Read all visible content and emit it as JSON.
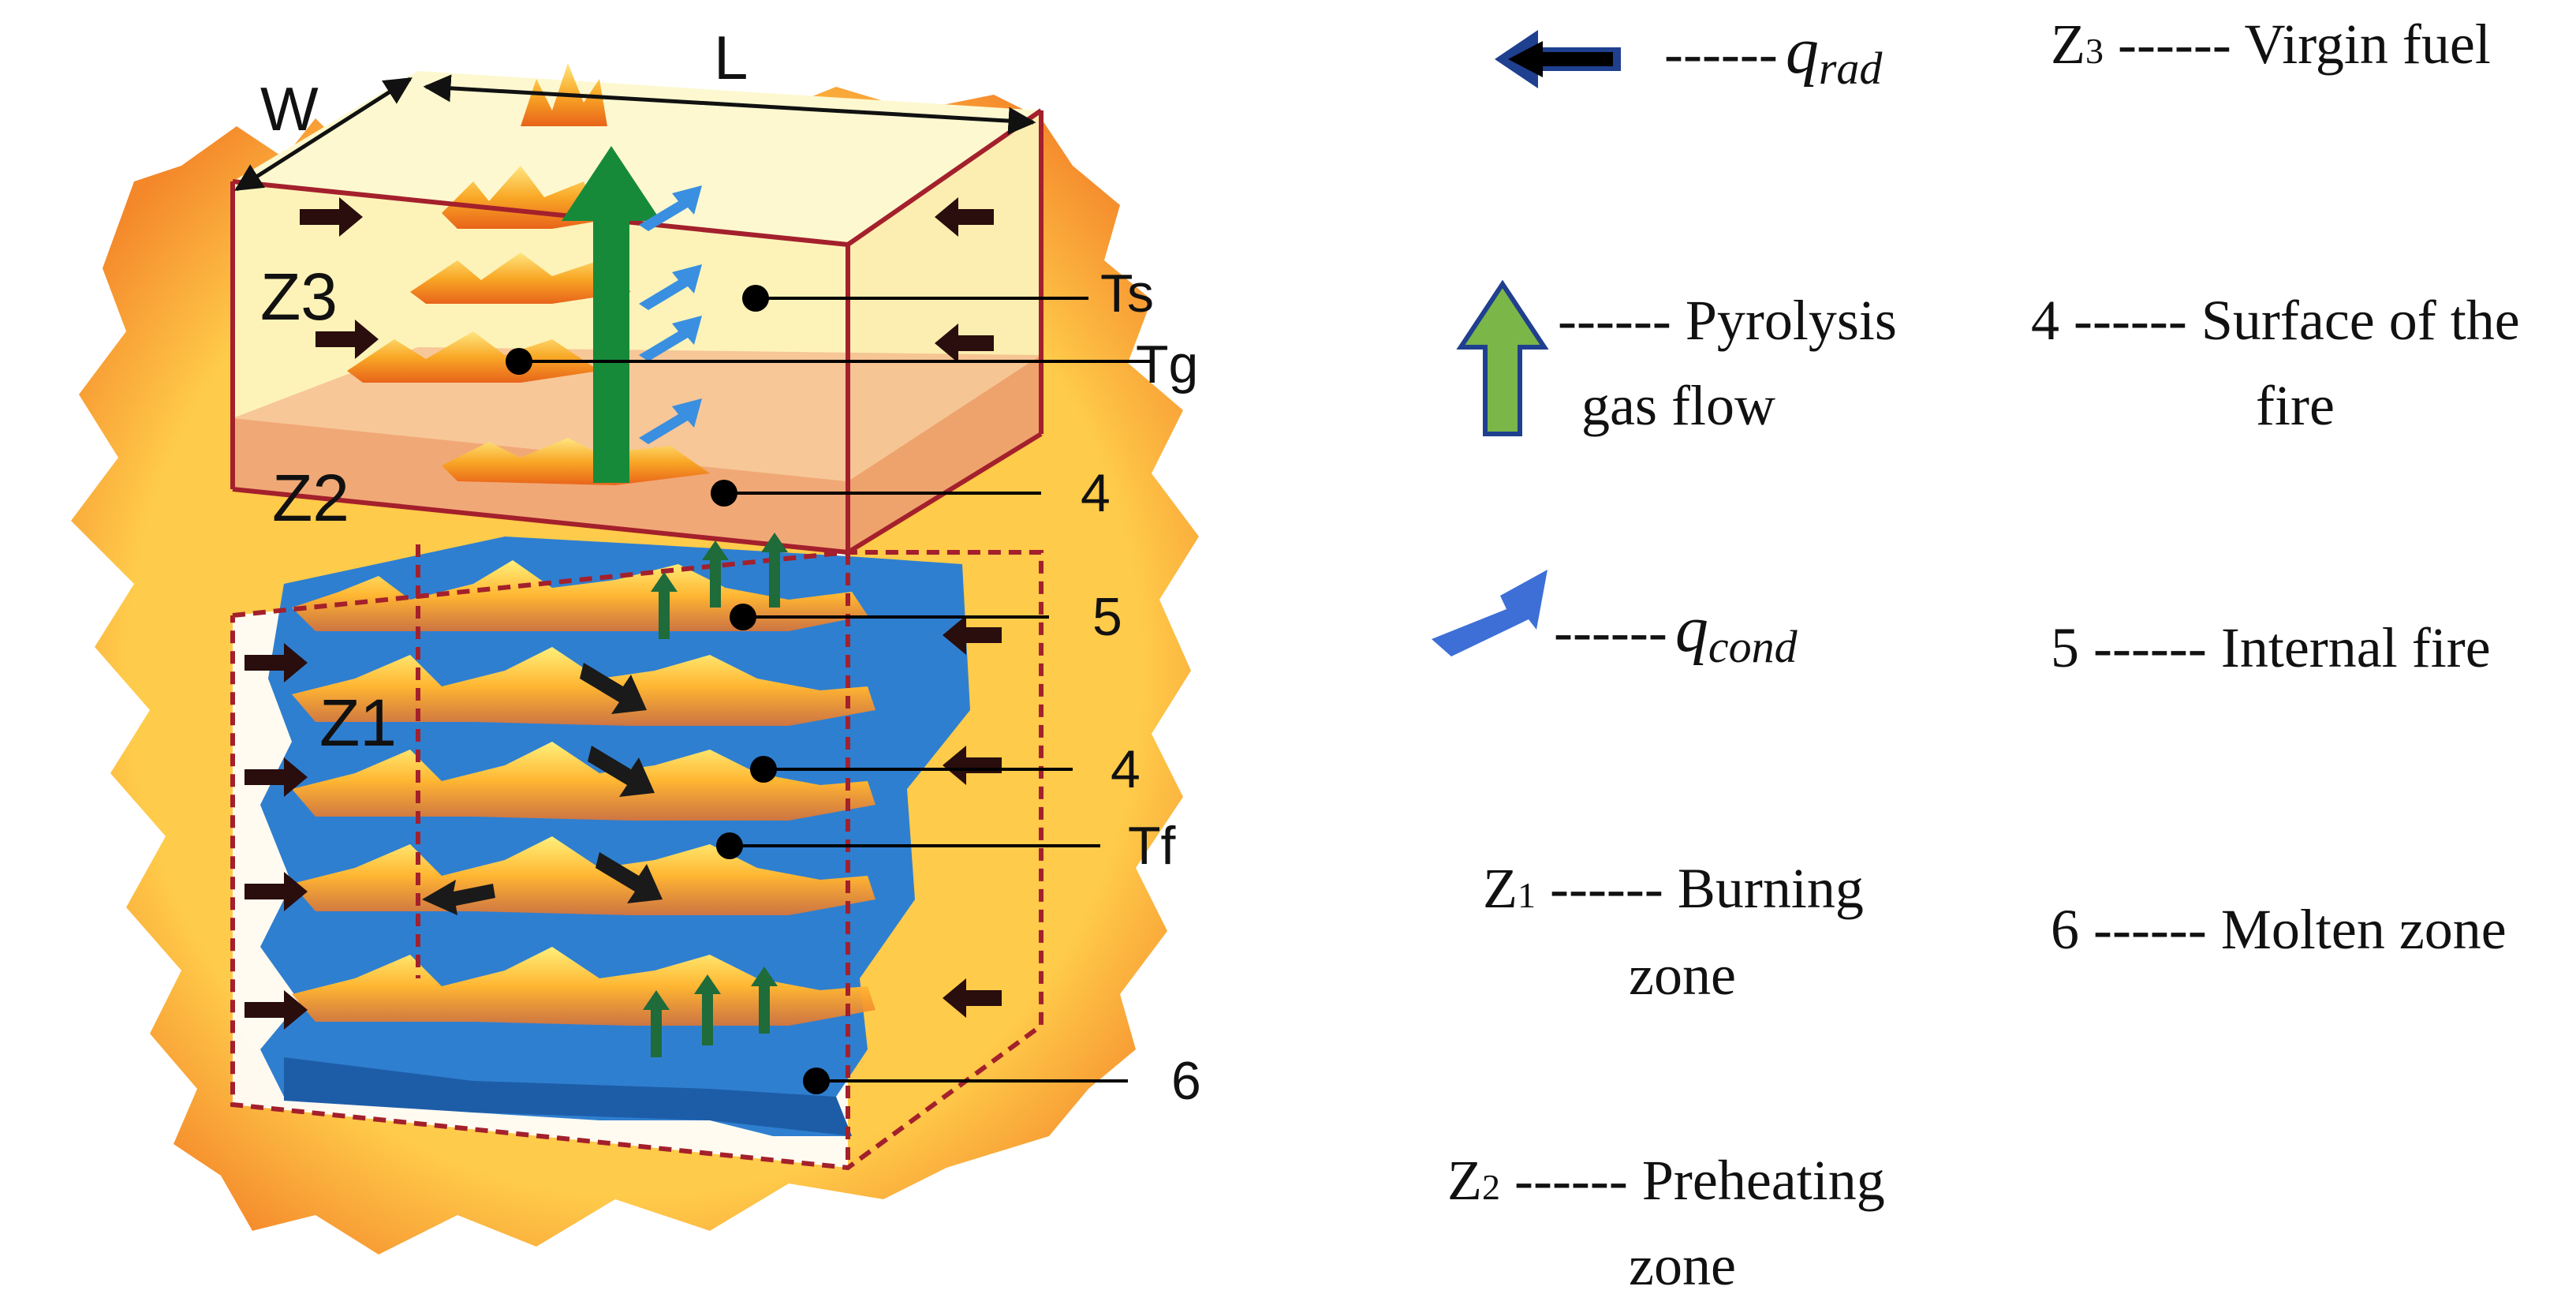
{
  "diagram": {
    "dims": {
      "width": "W",
      "length": "L"
    },
    "zones": {
      "z3": "Z3",
      "z2": "Z2",
      "z1": "Z1"
    },
    "markers": {
      "ts": "Ts",
      "tg": "Tg",
      "tf": "Tf",
      "n4_top": "4",
      "n5": "5",
      "n4_mid": "4",
      "n6": "6"
    }
  },
  "legend": {
    "q_rad": {
      "dashes": "------",
      "symbol": "q",
      "sub": "rad"
    },
    "pyrolysis": {
      "line1": "------ Pyrolysis",
      "line2": "gas flow"
    },
    "q_cond": {
      "dashes": "------",
      "symbol": "q",
      "sub": "cond"
    },
    "z1": {
      "prefix": "Z",
      "sub": "1",
      "line1": " ------ Burning",
      "line2": "zone"
    },
    "z2": {
      "prefix": "Z",
      "sub": "2",
      "line1": " ------ Preheating",
      "line2": "zone"
    },
    "z3": {
      "prefix": "Z",
      "sub": "3",
      "line1": " ------ Virgin fuel"
    },
    "item4": {
      "line1": "4 ------ Surface of the",
      "line2": "fire"
    },
    "item5": {
      "line1": "5 ------ Internal fire"
    },
    "item6": {
      "line1": "6 ------ Molten zone"
    }
  },
  "colors": {
    "flame_outer": "#f9a826",
    "flame_inner": "#ffd84d",
    "box_top": "#fdf3b8",
    "preheat": "#f0a070",
    "molten": "#2f7fd0",
    "edge": "#a3202c",
    "pyrolysis_arrow": "#178a3a",
    "cond_arrow": "#3a8fe0",
    "legend_green": "#7ab648",
    "legend_blue": "#3d6fd6",
    "legend_navy": "#1f3f8f"
  },
  "icons": [
    "q-rad-arrow-icon",
    "pyrolysis-arrow-icon",
    "q-cond-arrow-icon"
  ]
}
